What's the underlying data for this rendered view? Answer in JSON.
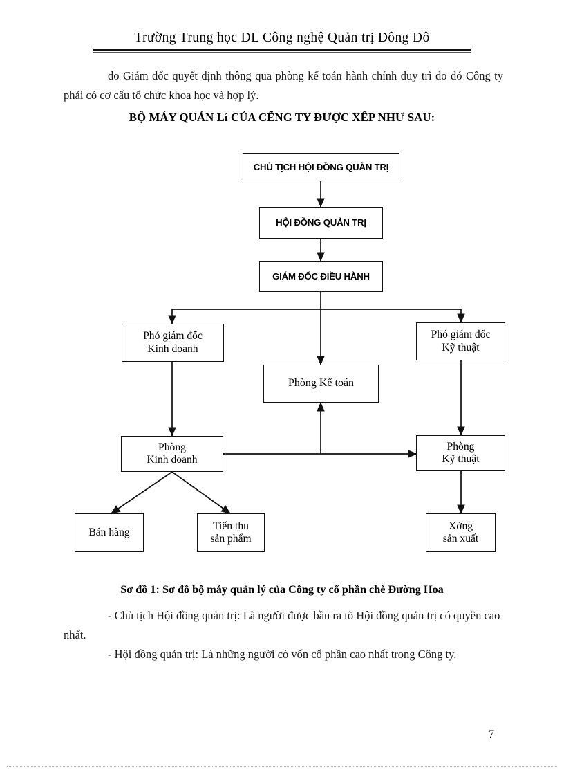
{
  "header": {
    "title": "Trường Trung học DL Công nghệ Quản trị Đông Đô"
  },
  "body": {
    "paragraph_1": "do Giám đốc quyết định thông qua phòng kế toán hành chính duy trì do đó Công ty phải có cơ cấu tổ chức khoa học và hợp lý.",
    "section_heading": "BỘ MÁY QUẢN Lí CỦA CẼNG TY ĐƯỢC XẾP NHƯ SAU:",
    "figure_caption": "Sơ đồ 1: Sơ đồ bộ máy quản lý của Công ty cổ phần chè Đường Hoa",
    "paragraph_2": "- Chủ tịch Hội đồng quản trị: Là người được bầu ra tõ Hội đồng quản trị có quyền cao nhất.",
    "paragraph_3": "- Hội đồng quản trị: Là những người có vốn cổ phần cao nhất trong Công ty.",
    "page_number": "7"
  },
  "diagram": {
    "nodes": [
      {
        "id": "chairman",
        "label": "CHỦ TỊCH HỘI ĐỒNG QUẢN TRỊ"
      },
      {
        "id": "board",
        "label": "HỘI ĐỒNG QUẢN TRỊ"
      },
      {
        "id": "director",
        "label": "GIÁM ĐỐC ĐIỀU HÀNH"
      },
      {
        "id": "deputy-sales",
        "line1": "Phó giám đốc",
        "line2": "Kinh doanh"
      },
      {
        "id": "deputy-tech",
        "line1": "Phó giám đốc",
        "line2": "Kỹ thuật"
      },
      {
        "id": "accounting",
        "label": "Phòng Kế toán"
      },
      {
        "id": "dept-sales",
        "line1": "Phòng",
        "line2": "Kinh doanh"
      },
      {
        "id": "dept-tech",
        "line1": "Phòng",
        "line2": "Kỹ thuật"
      },
      {
        "id": "selling",
        "label": "Bán hàng"
      },
      {
        "id": "product-intake",
        "line1": "Tiến thu",
        "line2": "sản phẩm"
      },
      {
        "id": "workshop",
        "line1": "Xởng",
        "line2": "sản xuất"
      }
    ]
  }
}
